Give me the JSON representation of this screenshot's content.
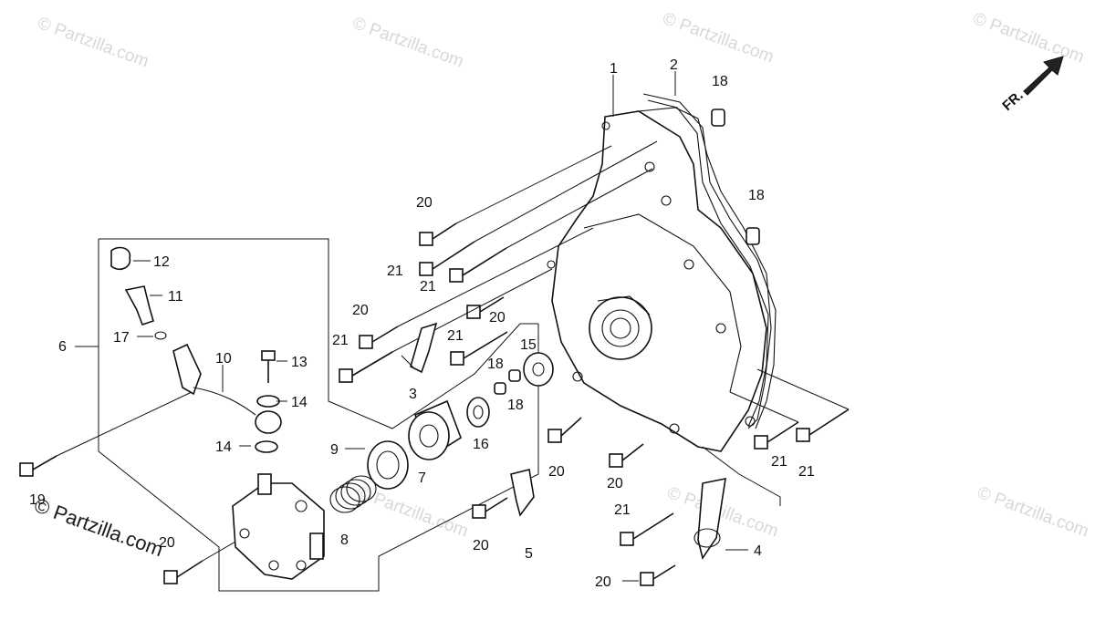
{
  "watermarks": [
    "© Partzilla.com",
    "© Partzilla.com",
    "© Partzilla.com",
    "© Partzilla.com",
    "© Partzilla.com",
    "© Partzilla.com",
    "© Partzilla.com"
  ],
  "corner_watermark": "© Partzilla.com",
  "direction_label": "FR.",
  "callouts": {
    "c1": "1",
    "c2": "2",
    "c3": "3",
    "c4": "4",
    "c5": "5",
    "c6": "6",
    "c7": "7",
    "c8": "8",
    "c9": "9",
    "c10": "10",
    "c11": "11",
    "c12": "12",
    "c13": "13",
    "c14a": "14",
    "c14b": "14",
    "c15": "15",
    "c16": "16",
    "c17": "17",
    "c18a": "18",
    "c18b": "18",
    "c18c": "18",
    "c18d": "18",
    "c19": "19",
    "c20a": "20",
    "c20b": "20",
    "c20c": "20",
    "c20d": "20",
    "c20e": "20",
    "c20f": "20",
    "c20g": "20",
    "c20h": "20",
    "c21a": "21",
    "c21b": "21",
    "c21c": "21",
    "c21d": "21",
    "c21e": "21",
    "c21f": "21",
    "c21g": "21"
  }
}
